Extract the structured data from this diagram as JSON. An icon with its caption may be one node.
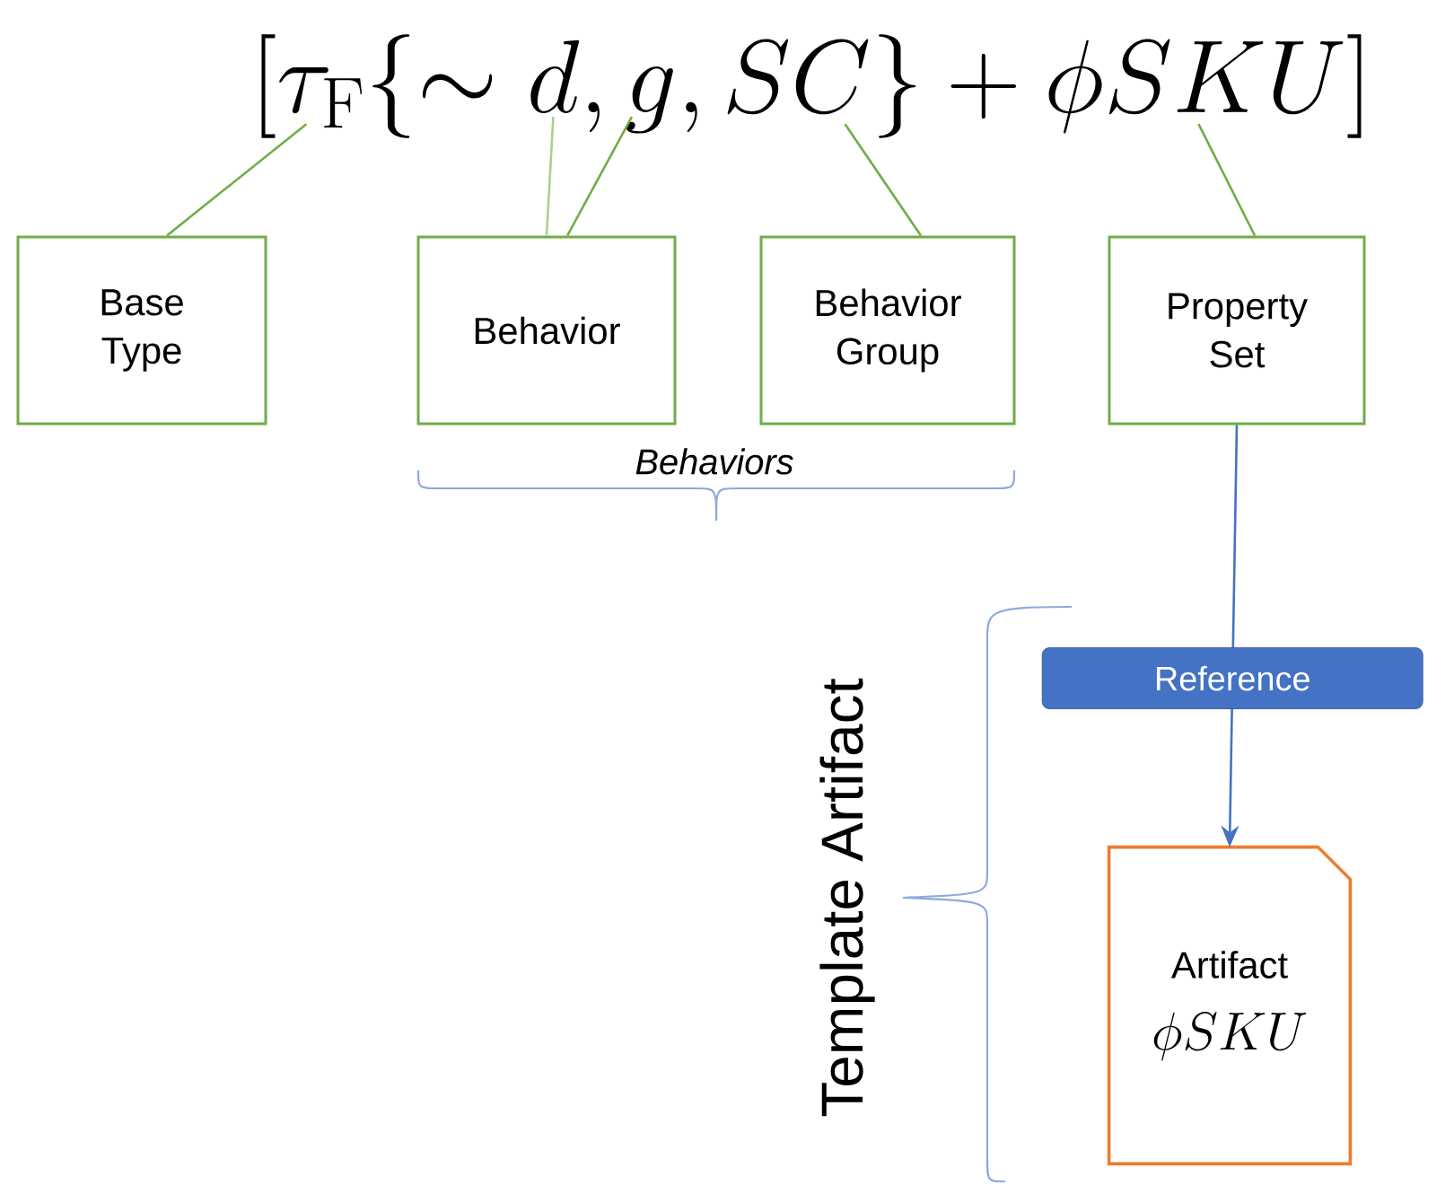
{
  "diagram": {
    "nodes": [
      {
        "text": [
          "[\\tau_{\\mathrm{F}}\\{\\sim d, g, SC\\} + \\phi SKU]"
        ]
      },
      {
        "text": [
          "Base Type"
        ]
      },
      {
        "text": [
          "Behavior"
        ]
      },
      {
        "text": [
          "Behavior Group"
        ]
      },
      {
        "text": [
          "Property Set"
        ]
      },
      {
        "text": [
          "Artifact",
          "\\phi SKU"
        ]
      }
    ],
    "edges": [
      {
        "from": 1,
        "to": 0,
        "arrow": "none",
        "color": "#70ad47"
      },
      {
        "from": 2,
        "to": 0,
        "arrow": "none",
        "color": "#a9d18e"
      },
      {
        "from": 2,
        "to": 0,
        "arrow": "none",
        "color": "#70ad47"
      },
      {
        "from": 3,
        "to": 0,
        "arrow": "none",
        "color": "#70ad47"
      },
      {
        "from": 4,
        "to": 0,
        "arrow": "none",
        "color": "#70ad47"
      },
      {
        "from": 4,
        "to": 5,
        "arrow": "to",
        "label": "Reference",
        "color": "#4472c4"
      }
    ],
    "labels": [
      "Behaviors",
      "Template Artifact"
    ]
  }
}
